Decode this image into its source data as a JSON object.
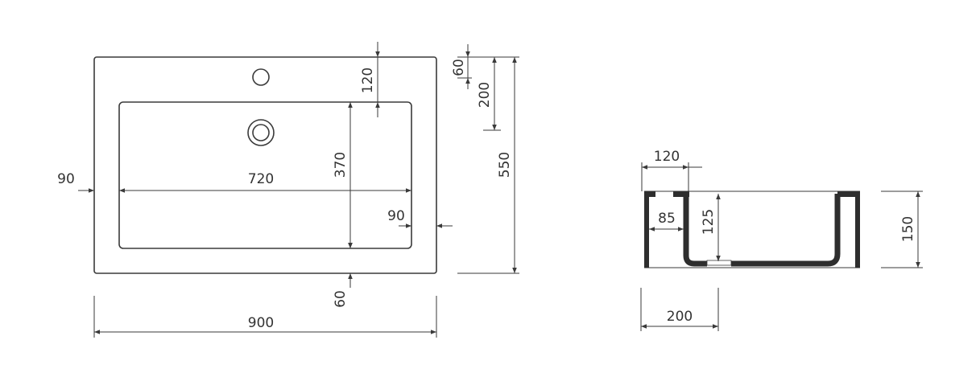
{
  "top_view": {
    "width": "900",
    "inner_width": "720",
    "left_margin": "90",
    "right_margin": "90",
    "height": "550",
    "inner_height": "370",
    "tap_hole_offset": "120",
    "top_margin": "60",
    "top_to_inner": "200",
    "bottom_margin": "60"
  },
  "section_view": {
    "rim_width": "120",
    "wall_offset": "85",
    "basin_depth": "125",
    "total_height": "150",
    "base_length": "200"
  },
  "colors": {
    "line": "#3a3a3a",
    "fill": "#2e2e2e"
  }
}
